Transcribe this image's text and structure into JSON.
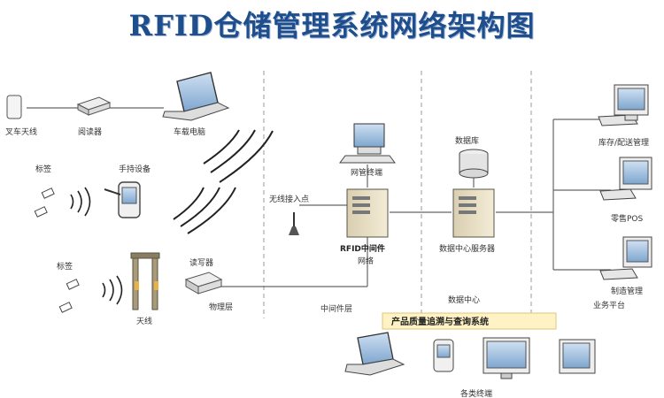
{
  "title": "RFID仓储管理系统网络架构图",
  "labels": {
    "forklift_antenna": "叉车天线",
    "reader_top": "阅读器",
    "vehicle_pc": "车载电脑",
    "handheld": "手持设备",
    "tag_top": "标签",
    "tag_bottom": "标签",
    "reader_writer": "读写器",
    "antenna": "天线",
    "physical_layer": "物理层",
    "wireless_ap": "无线接入点",
    "network_terminal": "网管终端",
    "middleware": "RFID中间件",
    "middleware_net": "网络",
    "middleware_layer": "中间件层",
    "database": "数据库",
    "dc_server": "数据中心服务器",
    "data_center": "数据中心",
    "inventory": "库存/配送管理",
    "retail_pos": "零售POS",
    "manufacturing": "制造管理",
    "business_platform": "业务平台",
    "traceability": "产品质量追溯与查询系统",
    "terminals": "各类终端"
  },
  "colors": {
    "title": "#1f4e8c",
    "banner": "#fff2c4",
    "line": "#666666",
    "divider": "#9a9a9a"
  }
}
